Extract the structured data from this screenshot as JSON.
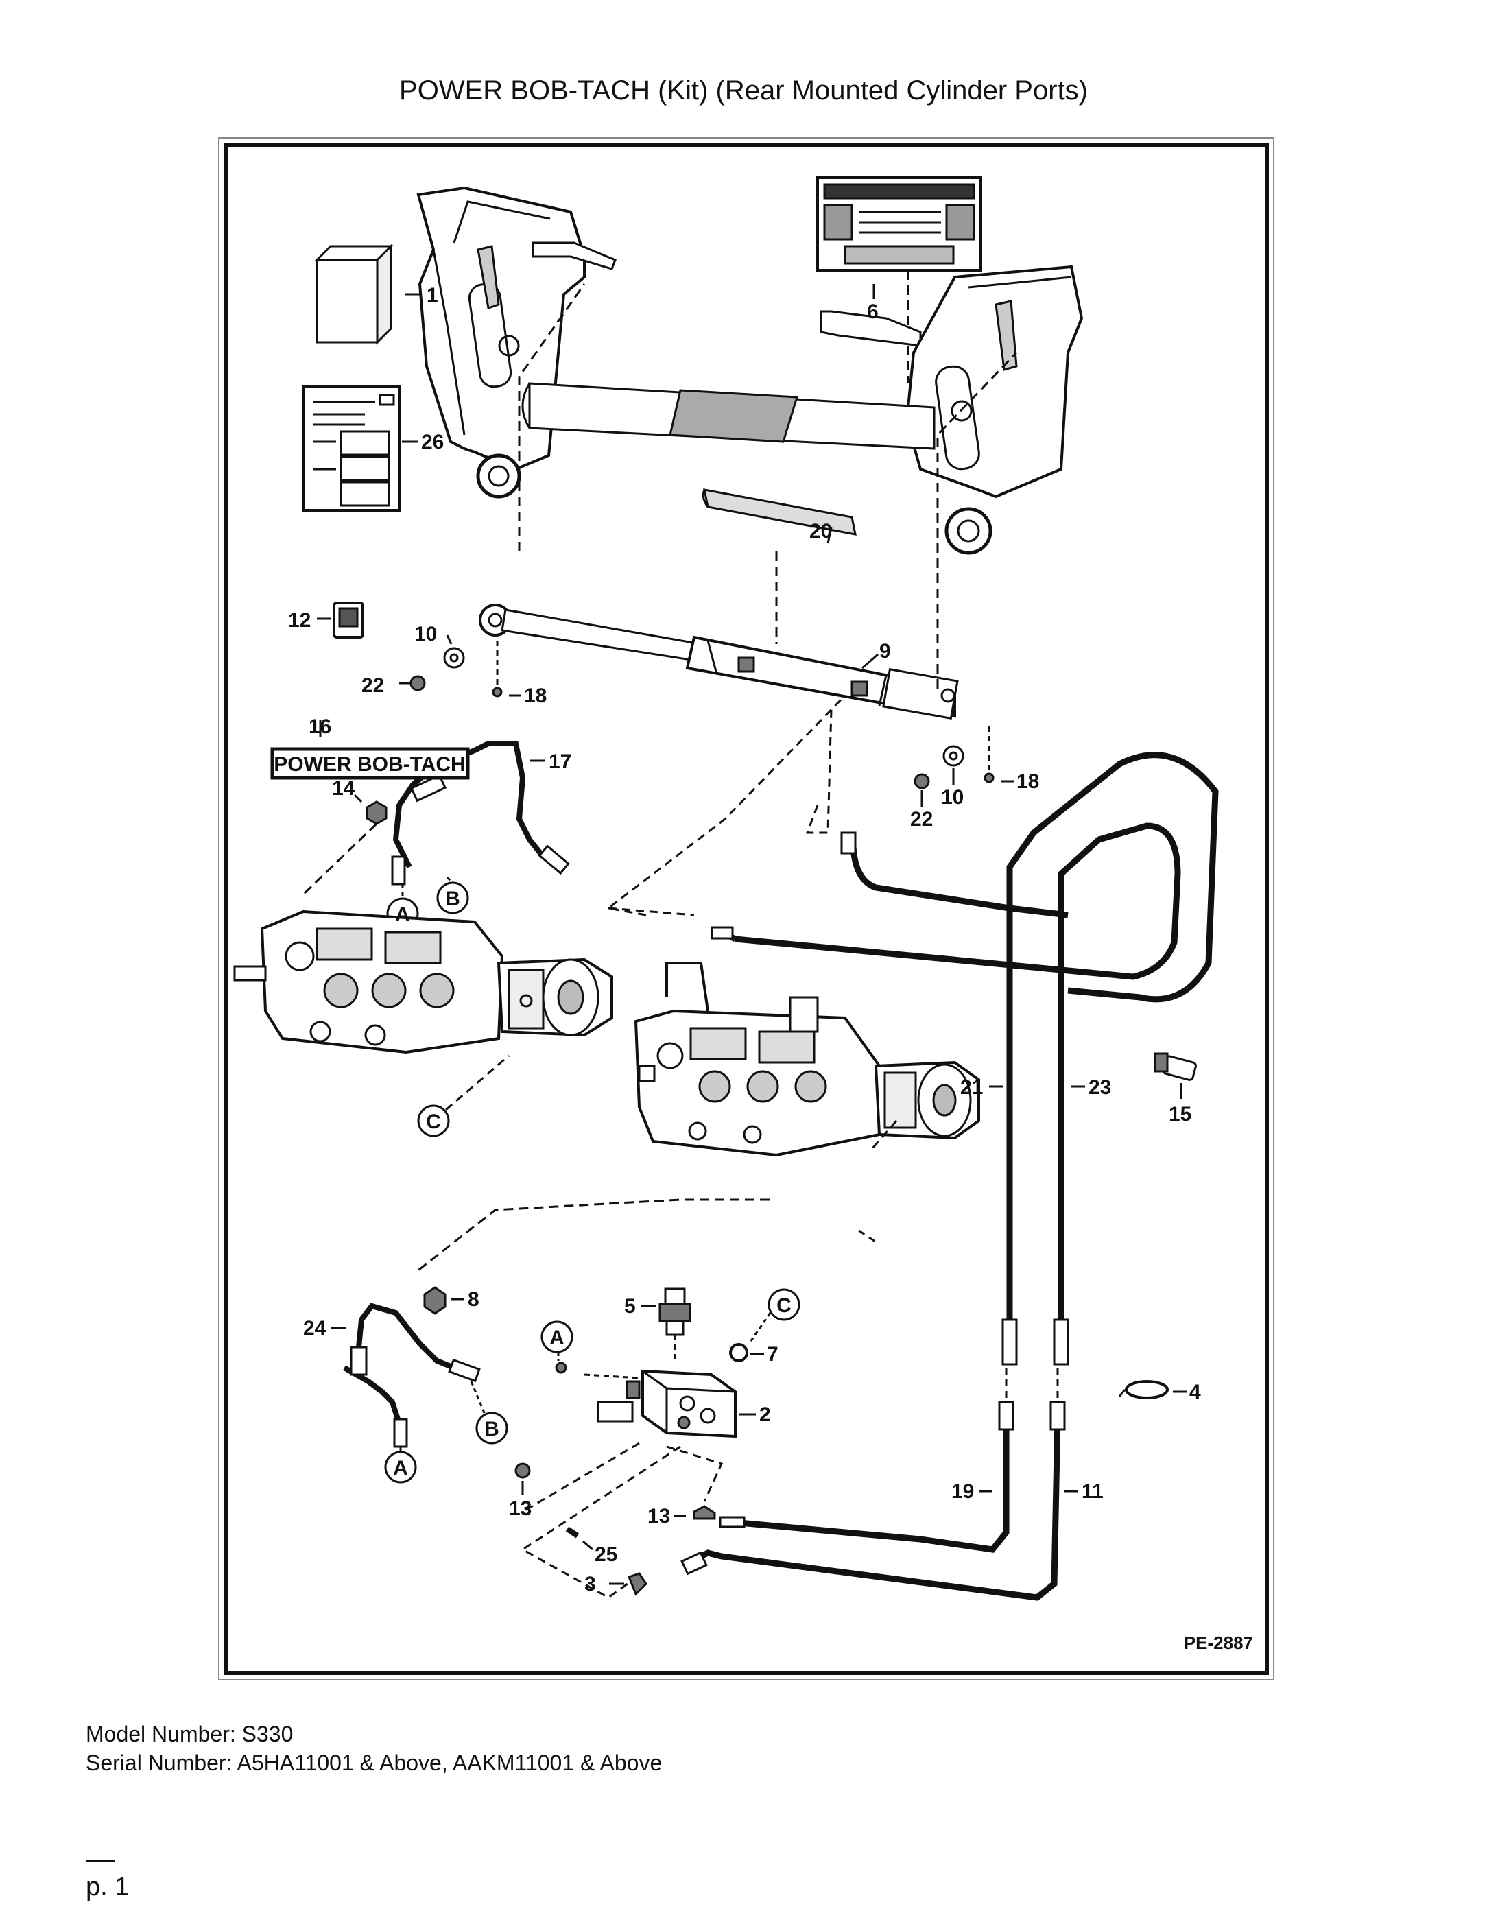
{
  "document": {
    "title": "POWER BOB-TACH (Kit) (Rear Mounted Cylinder Ports)",
    "model_number": "Model Number: S330",
    "serial_number": "Serial Number: A5HA11001 & Above, AAKM11001 & Above",
    "page": "p. 1"
  },
  "diagram": {
    "code": "PE-2887",
    "decal_text": "POWER BOB-TACH",
    "callouts": {
      "c1": "1",
      "c2": "2",
      "c3": "3",
      "c4": "4",
      "c5": "5",
      "c6": "6",
      "c7": "7",
      "c8": "8",
      "c9": "9",
      "c10a": "10",
      "c10b": "10",
      "c11": "11",
      "c12": "12",
      "c13a": "13",
      "c13b": "13",
      "c14": "14",
      "c15": "15",
      "c16": "16",
      "c17": "17",
      "c18a": "18",
      "c18b": "18",
      "c19": "19",
      "c20": "20",
      "c21": "21",
      "c22a": "22",
      "c22b": "22",
      "c23": "23",
      "c24": "24",
      "c25": "25",
      "c26": "26"
    },
    "connectors": {
      "a1": "A",
      "b1": "B",
      "c1": "C",
      "c2": "C",
      "a2": "A",
      "a3": "A",
      "b2": "B"
    }
  }
}
